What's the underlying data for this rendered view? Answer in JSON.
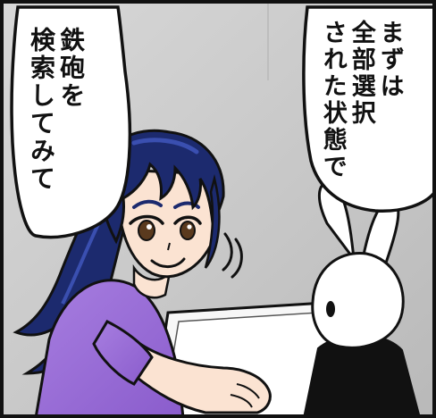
{
  "panel": {
    "left_bubble": {
      "lines": [
        "鉄砲を",
        "検索してみて"
      ]
    },
    "right_bubble": {
      "lines": [
        "まずは",
        "全部選択",
        "された状態で"
      ]
    }
  },
  "colors": {
    "background_gray": "#cfcfcf",
    "background_light": "#e6e6e6",
    "hair": "#1c2a6e",
    "hair_highlight": "#3a4fb0",
    "shirt": "#9b6fd8",
    "skin": "#fbe3d2",
    "outline": "#111111",
    "bubble": "#ffffff",
    "rabbit_body": "#111111",
    "rabbit_head": "#ffffff"
  }
}
